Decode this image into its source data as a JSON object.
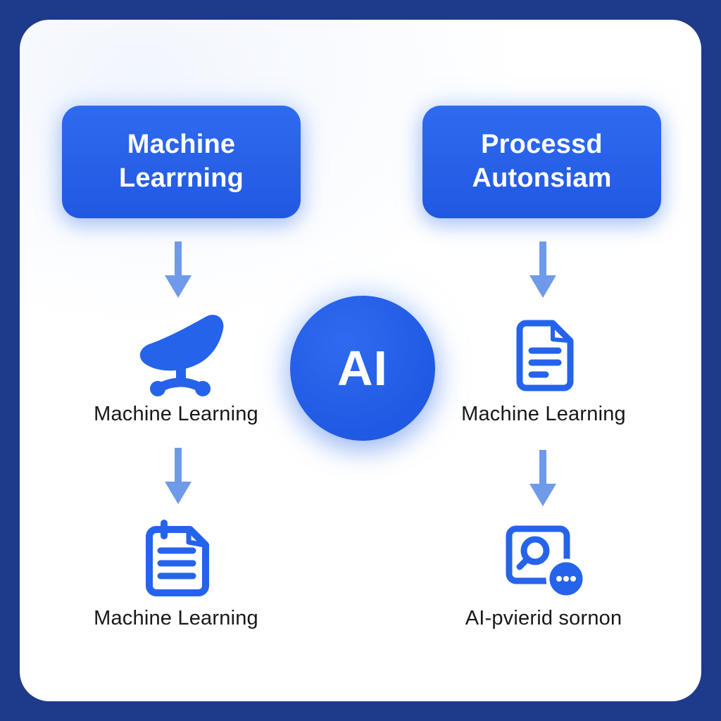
{
  "colors": {
    "navy": "#1e3a8a",
    "primary_blue": "#2563eb",
    "arrow_blue": "#6f9ae9",
    "label_color": "#17181c",
    "card_white": "#ffffff"
  },
  "center": {
    "badge_label": "AI"
  },
  "left_column": {
    "top_box": {
      "line1": "Machine",
      "line2": "Learrning"
    },
    "label1": "Machine Learning",
    "label2": "Machine Learning"
  },
  "right_column": {
    "top_box": {
      "line1": "Processd",
      "line2": "Autonsiam"
    },
    "label1": "Machine Learning",
    "label2": "AI-pvierid sornon"
  },
  "icons": {
    "left_column": [
      "office-chair-icon",
      "clipboard-document-icon"
    ],
    "right_column": [
      "document-icon",
      "search-document-badge-icon"
    ],
    "connectors": [
      "down-arrow-icon",
      "down-arrow-icon",
      "down-arrow-icon",
      "down-arrow-icon"
    ]
  }
}
